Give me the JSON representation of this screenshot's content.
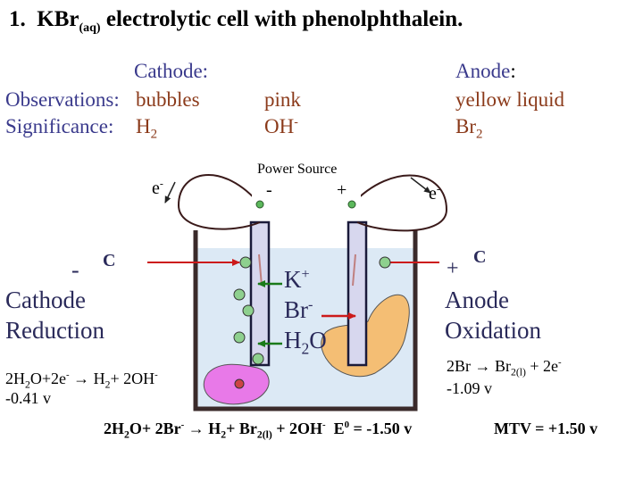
{
  "title": {
    "number": "1.",
    "text1": "KBr",
    "sub": "(aq)",
    "text2": "electrolytic cell with phenolphthalein."
  },
  "labels": {
    "cathode_header": "Cathode:",
    "observations": "Observations:",
    "significance": "Significance:",
    "bubbles": "bubbles",
    "h2_base": "H",
    "h2_sub": "2",
    "pink": "pink",
    "oh_base": "OH",
    "oh_sup": "-",
    "anode_header": "Anode",
    "anode_colon": ":",
    "yellow_liquid": "yellow  liquid",
    "br2_base": "Br",
    "br2_sub": "2"
  },
  "power_source": {
    "label": "Power Source",
    "minus": "-",
    "plus": "+"
  },
  "electrons": {
    "left_base": "e",
    "left_sup": "-",
    "right_base": "e",
    "right_sup": "-"
  },
  "cathode": {
    "sign": "-",
    "letter": "C",
    "name": "Cathode",
    "process": "Reduction"
  },
  "anode": {
    "sign": "+",
    "letter": "C",
    "name": "Anode",
    "process": "Oxidation"
  },
  "ions": {
    "k_base": "K",
    "k_sup": "+",
    "br_base": "Br",
    "br_sup": "-",
    "h2o_a": "H",
    "h2o_sub": "2",
    "h2o_b": "O"
  },
  "cathode_eq": {
    "a": "2H",
    "a_sub": "2",
    "b": "O+2e",
    "b_sup": "-",
    "arrow": " → H",
    "c_sub": "2",
    "d": "+ 2OH",
    "d_sup": "-",
    "voltage": "-0.41 v"
  },
  "anode_eq": {
    "a": "2Br",
    "arrow": " → Br",
    "a_sub": "2(l)",
    "b": " + 2e",
    "b_sup": "-",
    "voltage": "-1.09 v"
  },
  "overall_eq": {
    "a": "2H",
    "a_sub": "2",
    "b": "O+ 2Br",
    "b_sup": "-",
    "arrow": " → H",
    "c_sub": "2",
    "d": "+ Br",
    "d_sub": "2(l)",
    "e": " + 2OH",
    "e_sup": "-",
    "e0": "E",
    "e0_sup": "0",
    "e0_val": " =  -1.50 v",
    "mtv": "MTV  =  +1.50 v"
  },
  "colors": {
    "solution": "#dce9f5",
    "electrode": "#d7d7ee",
    "cell_border": "#3a2a2a",
    "pink_blob": "#e879e8",
    "yellow_blob": "#f4be74",
    "bubble": "#8ed08e",
    "arrow_red": "#cc1a1a",
    "arrow_green": "#1a7a1a",
    "wire": "#3a1a1a"
  }
}
